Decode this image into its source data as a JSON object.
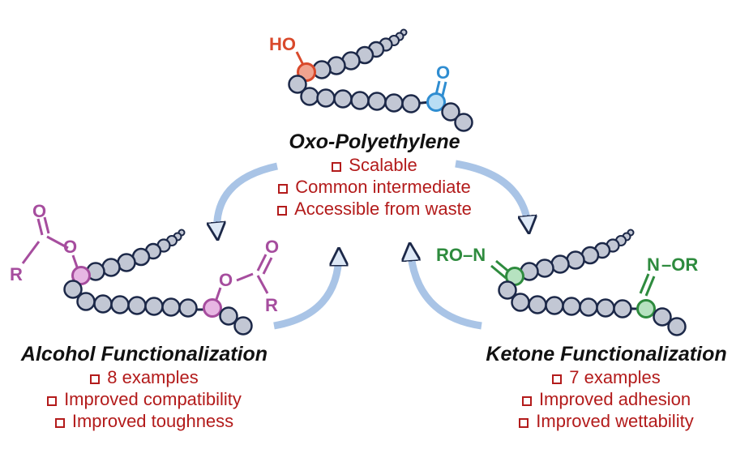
{
  "top": {
    "title": "Oxo-Polyethylene",
    "features": [
      "Scalable",
      "Common intermediate",
      "Accessible from waste"
    ],
    "group_labels": {
      "hydroxyl": "HO",
      "carbonyl": "O"
    }
  },
  "left": {
    "title": "Alcohol Functionalization",
    "features": [
      "8 examples",
      "Improved compatibility",
      "Improved toughness"
    ],
    "group_labels": {
      "carbonyl_o_1": "O",
      "ester_o_1": "O",
      "r_1": "R",
      "carbonyl_o_2": "O",
      "ester_o_2": "O",
      "r_2": "R"
    }
  },
  "right": {
    "title": "Ketone Functionalization",
    "features": [
      "7 examples",
      "Improved adhesion",
      "Improved wettability"
    ],
    "group_labels": {
      "oxime_1": "RO–N",
      "oxime_2_n": "N",
      "oxime_2_or": "–OR"
    }
  },
  "colors": {
    "bead_fill": "#c2c7d4",
    "bead_stroke": "#1c2848",
    "hydroxyl": "#d9492b",
    "ketone": "#2f8dd1",
    "ester": "#a64d9e",
    "oxime": "#2e8b3e",
    "feature_text": "#b31b1b",
    "arrow": "#a9c4e6"
  }
}
